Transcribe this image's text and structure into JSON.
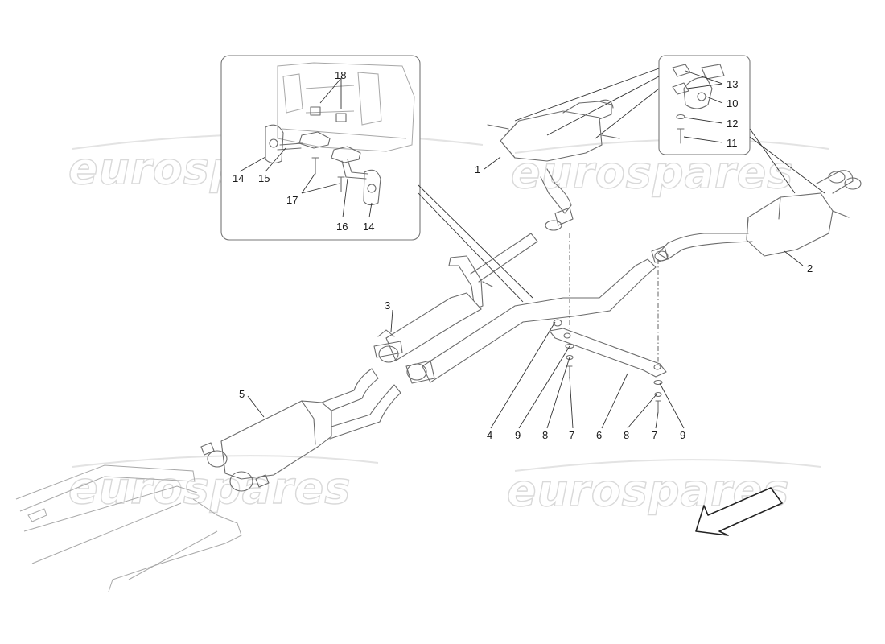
{
  "watermark": {
    "text": "eurospares"
  },
  "callouts": {
    "c1": "1",
    "c2": "2",
    "c3": "3",
    "c4": "4",
    "c5": "5",
    "c6": "6",
    "c7a": "7",
    "c7b": "7",
    "c8a": "8",
    "c8b": "8",
    "c9a": "9",
    "c9b": "9",
    "c10": "10",
    "c11": "11",
    "c12": "12",
    "c13": "13",
    "c14a": "14",
    "c14b": "14",
    "c15": "15",
    "c16": "16",
    "c17": "17",
    "c18": "18"
  },
  "icons": {
    "direction": "front-direction-arrow-icon"
  }
}
